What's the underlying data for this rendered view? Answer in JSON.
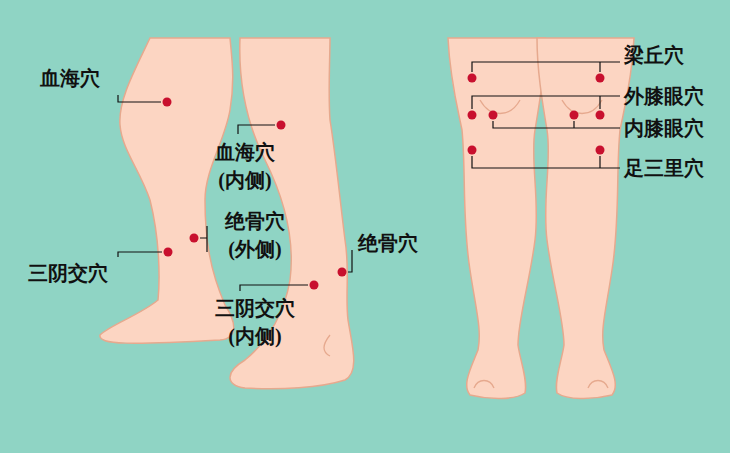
{
  "diagram": {
    "labels": [
      "血海穴",
      "血海穴 (内侧)",
      "绝骨穴 (外侧)",
      "三阴交穴",
      "绝骨穴",
      "三阴交穴 (内侧)",
      "梁丘穴",
      "外膝眼穴",
      "内膝眼穴",
      "足三里穴"
    ]
  }
}
